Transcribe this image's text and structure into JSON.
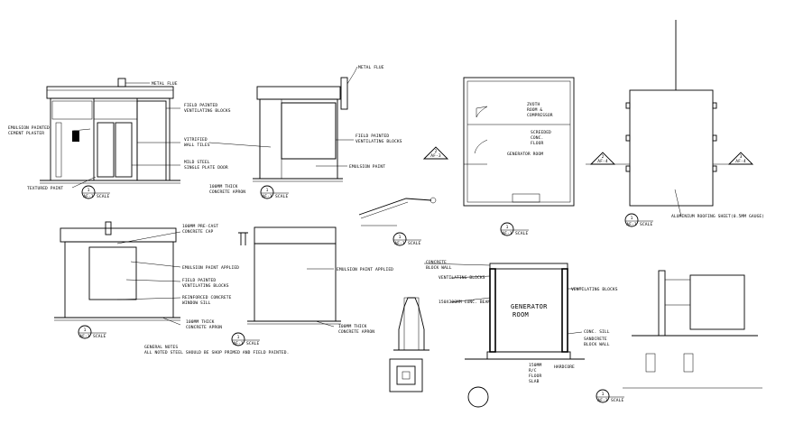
{
  "labels": {
    "metal_flue_1": "METAL FLUE",
    "metal_flue_2": "METAL FLUE",
    "field_painted_blocks_1a": "FIELD PAINTED",
    "field_painted_blocks_1b": "VENTILATING BLOCKS",
    "emulsion_paint_1a": "EMULSION PAINTED",
    "emulsion_paint_1b": "CEMENT PLASTER",
    "vitrified_tiles_a": "VITRIFIED",
    "vitrified_tiles_b": "WALL TILES",
    "mild_steel_door_a": "MILD STEEL",
    "mild_steel_door_b": "SINGLE PLATE DOOR",
    "textured_paint": "TEXTURED PAINT",
    "apron_1a": "100MM THICK",
    "apron_1b": "CONCRETE APRON",
    "field_painted_blocks_2a": "FIELD PAINTED",
    "field_painted_blocks_2b": "VENTILATING BLOCKS",
    "emulsion_paint_2": "EMULSION PAINT",
    "cap_a": "100MM PRE-CAST",
    "cap_b": "CONCRETE CAP",
    "emulsion_applied_1": "EMULSION PAINT APPLIED",
    "field_painted_blocks_3a": "FIELD PAINTED",
    "field_painted_blocks_3b": "VENTILATING BLOCKS",
    "rc_sill_a": "REINFORCED CONCRETE",
    "rc_sill_b": "WINDOW SILL",
    "apron_2a": "100MM THICK",
    "apron_2b": "CONCRETE APRON",
    "emulsion_applied_2": "EMULSION PAINT APPLIED",
    "apron_3a": "100MM THICK",
    "apron_3b": "CONCRETE APRON",
    "general_notes_title": "GENERAL NOTES",
    "general_notes_body": "ALL NOTED STEEL SHOULD BE SHOP PRIMED AND FIELD PAINTED.",
    "zvoth_a": "ZVOTH",
    "zvoth_b": "ROOM &",
    "zvoth_c": "COMPRESSOR",
    "screeded_a": "SCREEDED",
    "screeded_b": "CONC.",
    "screeded_c": "FLOOR",
    "generator_room_plan": "GENERATOR ROOM",
    "aluminium_roofing": "ALUMINIUM ROOFING SHEET(0.5MM GAUGE)",
    "concrete_block_wall_a": "CONCRETE",
    "concrete_block_wall_b": "BLOCK WALL",
    "ventilating_blocks_l": "VENTILATING BLOCKS",
    "ventilating_blocks_r": "VENTILATING BLOCKS",
    "conc_beam": "150X300MM CONC. BEAM",
    "generator_room_section_a": "GENERATOR",
    "generator_room_section_b": "ROOM",
    "conc_sill": "CONC. SILL",
    "sandcrete_a": "SANDCRETE",
    "sandcrete_b": "BLOCK WALL",
    "floor_slab_a": "150MM",
    "floor_slab_b": "R/C",
    "floor_slab_c": "FLOOR",
    "floor_slab_d": "SLAB",
    "hardcore": "HARDCORE",
    "tag_af3": "AF-3",
    "tag_af4": "AF-4",
    "tag_2": "2",
    "tag_3": "3"
  },
  "titles": [
    {
      "num": "1",
      "ref": "AF-1",
      "word": "SCALE"
    },
    {
      "num": "1",
      "ref": "AF-1",
      "word": "SCALE"
    },
    {
      "num": "1",
      "ref": "AF-1",
      "word": "SCALE"
    },
    {
      "num": "1",
      "ref": "AF-1",
      "word": "SCALE"
    },
    {
      "num": "1",
      "ref": "AF-1",
      "word": "SCALE"
    },
    {
      "num": "1",
      "ref": "AF-1",
      "word": "SCALE"
    },
    {
      "num": "1",
      "ref": "AF-1",
      "word": "SCALE"
    },
    {
      "num": "1",
      "ref": "AF-3",
      "word": "SCALE"
    }
  ]
}
